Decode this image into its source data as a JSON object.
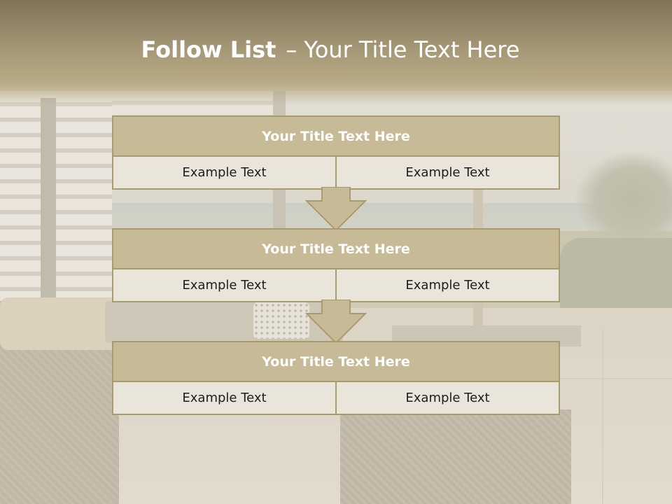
{
  "slide": {
    "title_bold": "Follow List",
    "title_dash": "–",
    "title_rest": "Your Title Text Here"
  },
  "blocks": [
    {
      "header": "Your Title Text Here",
      "left": "Example Text",
      "right": "Example Text"
    },
    {
      "header": "Your Title Text Here",
      "left": "Example Text",
      "right": "Example Text"
    },
    {
      "header": "Your Title Text Here",
      "left": "Example Text",
      "right": "Example Text"
    }
  ],
  "colors": {
    "title_band": "#a69a78",
    "header_fill": "#c7ba96",
    "cell_fill": "#eae5db",
    "border": "#a99b6d",
    "arrow_fill": "#c7ba96"
  }
}
